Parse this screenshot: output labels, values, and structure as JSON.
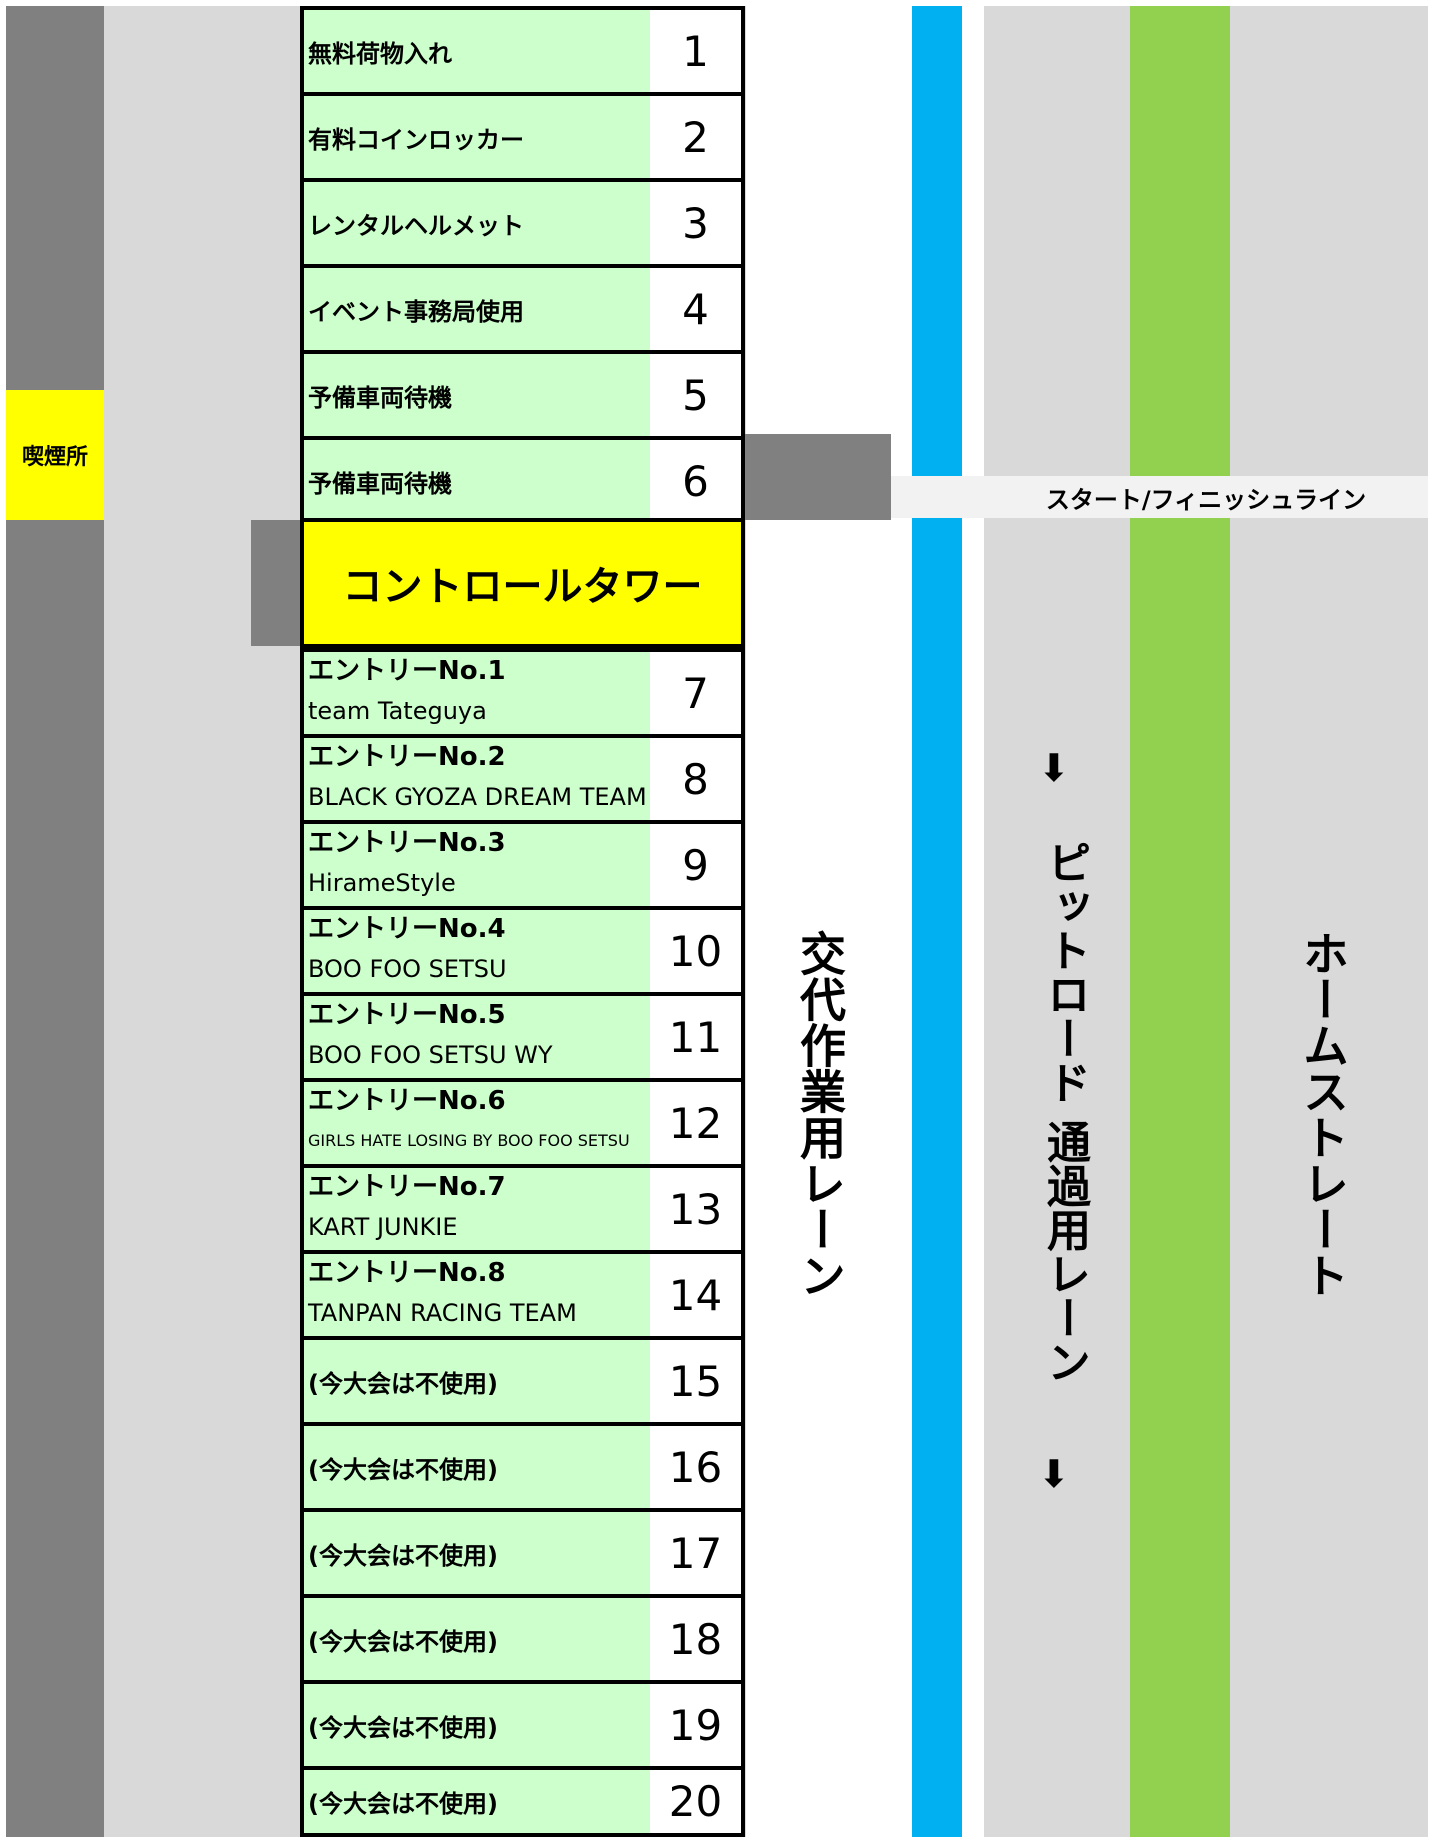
{
  "smoking_area": "喫煙所",
  "control_tower": "コントロールタワー",
  "start_finish": "スタート/フィニッシュライン",
  "change_lane": "交代作業用レーン",
  "pit_road": "ピットロード 通過用レーン",
  "home_straight": "ホームストレート",
  "arrow_top": "⬇",
  "arrow_bottom": "⬇",
  "colors": {
    "asphalt": "#d9d9d9",
    "wall": "#808080",
    "yellow": "#ffff00",
    "slot_green": "#ccffcc",
    "blue_line": "#00b0f0",
    "green_lane": "#92d050"
  },
  "slots": [
    {
      "num": "1",
      "label": "無料荷物入れ"
    },
    {
      "num": "2",
      "label": "有料コインロッカー"
    },
    {
      "num": "3",
      "label": "レンタルヘルメット"
    },
    {
      "num": "4",
      "label": "イベント事務局使用"
    },
    {
      "num": "5",
      "label": "予備車両待機"
    },
    {
      "num": "6",
      "label": "予備車両待機"
    },
    {
      "num": "7",
      "entry": "エントリーNo.1",
      "team": "team Tateguya"
    },
    {
      "num": "8",
      "entry": "エントリーNo.2",
      "team": "BLACK GYOZA DREAM TEAM"
    },
    {
      "num": "9",
      "entry": "エントリーNo.3",
      "team": "HirameStyle"
    },
    {
      "num": "10",
      "entry": "エントリーNo.4",
      "team": "BOO FOO SETSU"
    },
    {
      "num": "11",
      "entry": "エントリーNo.5",
      "team": "BOO FOO SETSU WY"
    },
    {
      "num": "12",
      "entry": "エントリーNo.6",
      "team": "GIRLS HATE LOSING BY BOO FOO SETSU"
    },
    {
      "num": "13",
      "entry": "エントリーNo.7",
      "team": "KART JUNKIE"
    },
    {
      "num": "14",
      "entry": "エントリーNo.8",
      "team": "TANPAN RACING TEAM"
    },
    {
      "num": "15",
      "label": "(今大会は不使用)"
    },
    {
      "num": "16",
      "label": "(今大会は不使用)"
    },
    {
      "num": "17",
      "label": "(今大会は不使用)"
    },
    {
      "num": "18",
      "label": "(今大会は不使用)"
    },
    {
      "num": "19",
      "label": "(今大会は不使用)"
    },
    {
      "num": "20",
      "label": "(今大会は不使用)"
    }
  ]
}
